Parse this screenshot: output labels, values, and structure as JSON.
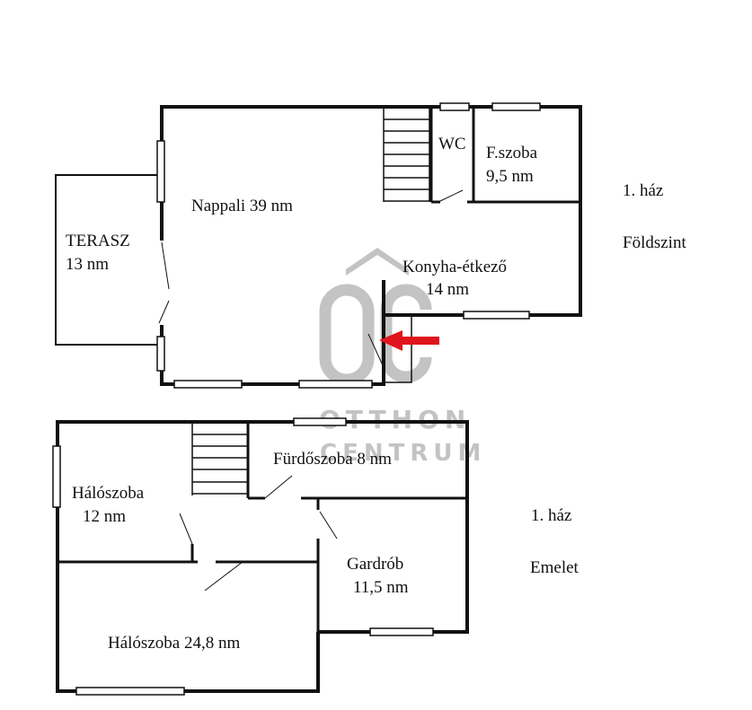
{
  "ground_floor": {
    "rooms": {
      "terasz_name": "TERASZ",
      "terasz_area": "13 nm",
      "nappali": "Nappali 39 nm",
      "wc": "WC",
      "fszoba_name": "F.szoba",
      "fszoba_area": "9,5 nm",
      "konyha_name": "Konyha-étkező",
      "konyha_area": "14 nm"
    },
    "house_label": "1. ház",
    "level_label": "Földszint"
  },
  "upper_floor": {
    "rooms": {
      "haloszoba_small_name": "Hálószoba",
      "haloszoba_small_area": "12 nm",
      "furdoszoba": "Fürdőszoba 8 nm",
      "gardrob_name": "Gardrób",
      "gardrob_area": "11,5 nm",
      "haloszoba_large": "Hálószoba 24,8 nm"
    },
    "house_label": "1. ház",
    "level_label": "Emelet"
  },
  "watermark": {
    "line1": "OTTHON",
    "line2": "CENTRUM"
  },
  "colors": {
    "wall": "#111111",
    "arrow": "#e0141c",
    "watermark": "#b9b9b9"
  }
}
